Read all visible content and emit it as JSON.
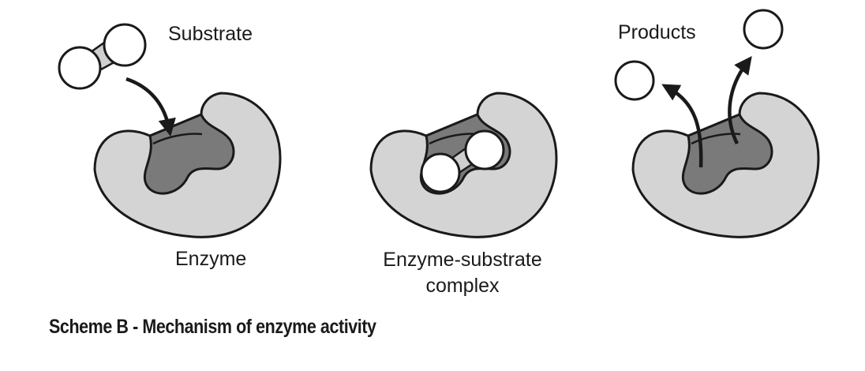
{
  "labels": {
    "substrate": "Substrate",
    "products": "Products",
    "enzyme": "Enzyme",
    "complex_line1": "Enzyme-substrate",
    "complex_line2": "complex"
  },
  "caption": "Scheme B - Mechanism of enzyme activity",
  "colors": {
    "enzyme_body": "#d4d4d4",
    "active_site": "#7a7a7a",
    "outline": "#1a1a1a",
    "substrate_fill": "#ffffff",
    "substrate_bridge": "#cfcfcf"
  }
}
